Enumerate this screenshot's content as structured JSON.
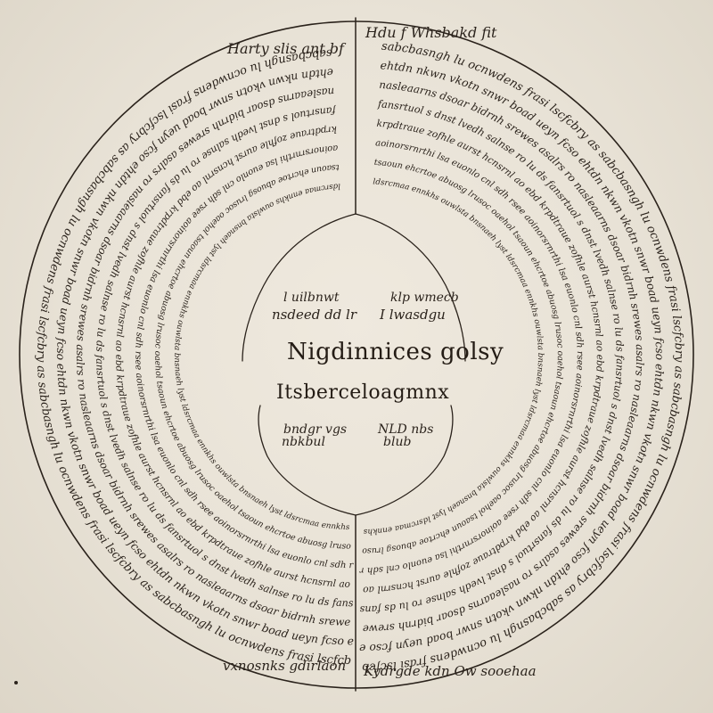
{
  "center": {
    "title": "Nigdinnices golsy",
    "subtitle": "Itsberceloagmnx"
  },
  "inner_labels": {
    "upper_left_1": "l uilbnwt",
    "upper_left_2": "nsdeed dd lr",
    "upper_right_1": "klp wmecb",
    "upper_right_2": "I lwasdgu",
    "lower_left_1": "bndgr vgs",
    "lower_left_2": "nbkbul",
    "lower_right_1": "NLD nbs",
    "lower_right_2": "blub"
  },
  "top_left_header": "Harty slis ant bf",
  "top_right_header": "Hdu f Whsbakd fit",
  "bottom_left_footer": "vxnosnks gdirlaon",
  "bottom_right_footer": "Kydrgde kdn Ow sooehaa",
  "ring_phrases": [
    "sabcbasngh lu ocnwdens frasi lscfcbry as",
    "ehtdn nkwn vkotn snwr boad ueyn fcso",
    "nasleaarns dsoar bidrnh srewes asalrs ro",
    "fansrtuol s dnst lvedh salnse ro lu ds",
    "krpdtraue zofhle aurst hcnsrnl ao ebd",
    "aoinorsrnrthi lsa euonlo cnl sdh rsee",
    "tsaoun ehcrtoe abuosg lrusoc oaehol",
    "ldsrcmaa ennkhs ouwlsta bnsnaeh lyst"
  ],
  "colors": {
    "paper": "#e9e3d7",
    "ink": "#2a221b"
  }
}
